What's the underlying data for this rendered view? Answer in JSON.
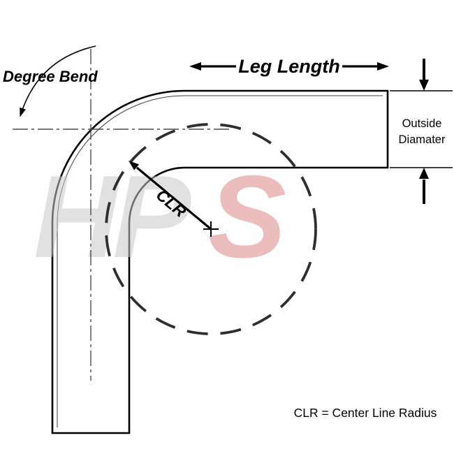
{
  "diagram": {
    "title": "Tube bend dimension diagram",
    "labels": {
      "degree_bend": "Degree Bend",
      "leg_length": "Leg Length",
      "outside_diameter_line1": "Outside",
      "outside_diameter_line2": "Diamater",
      "clr": "CLR",
      "clr_caption": "CLR = Center Line Radius"
    },
    "watermark": {
      "gray_part": "HP",
      "red_part": "S"
    },
    "colors": {
      "line": "#000000",
      "centerline": "#4a4a4a",
      "dash_circle": "#2e2e2e",
      "tube_fill": "#ffffff",
      "watermark_gray": "#c9c9c9",
      "watermark_red": "#dd8888",
      "background": "#ffffff"
    }
  }
}
